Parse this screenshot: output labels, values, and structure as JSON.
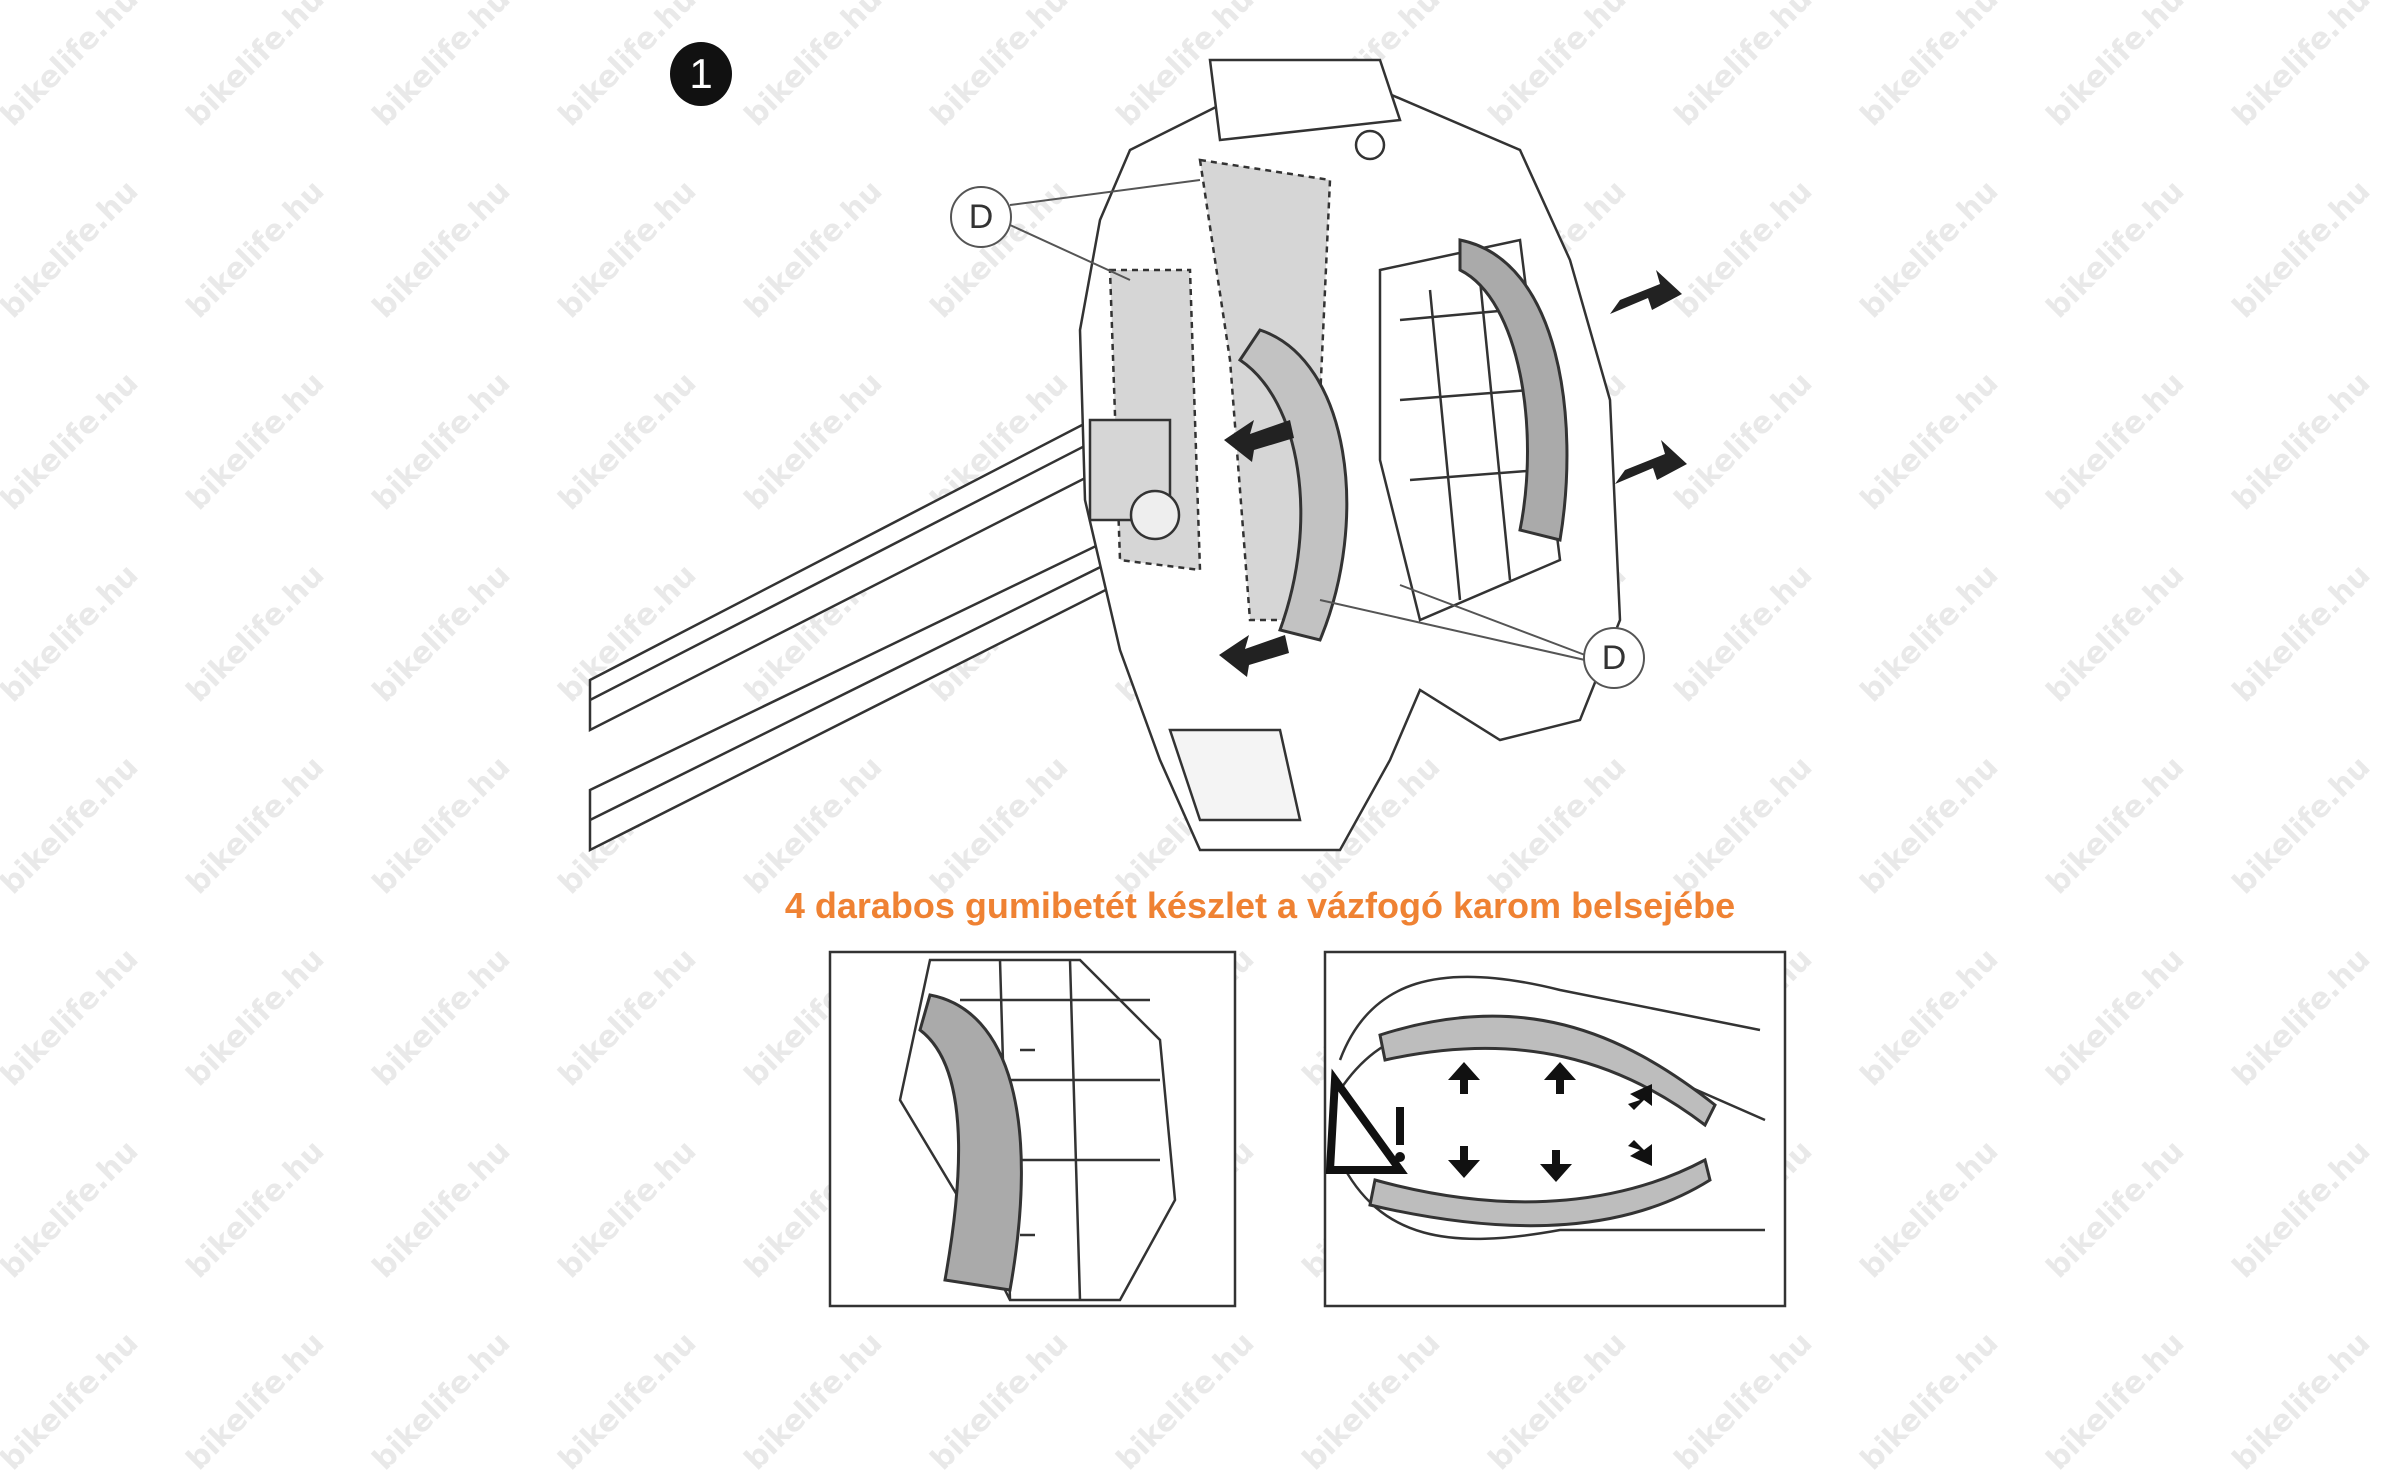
{
  "figure": {
    "step_number": "1",
    "part_labels": [
      "D",
      "D"
    ],
    "caption": "4 darabos gumibetét készlet a vázfogó karom belsejébe",
    "watermark": "bikelife.hu",
    "accent_color": "#ef8233"
  }
}
